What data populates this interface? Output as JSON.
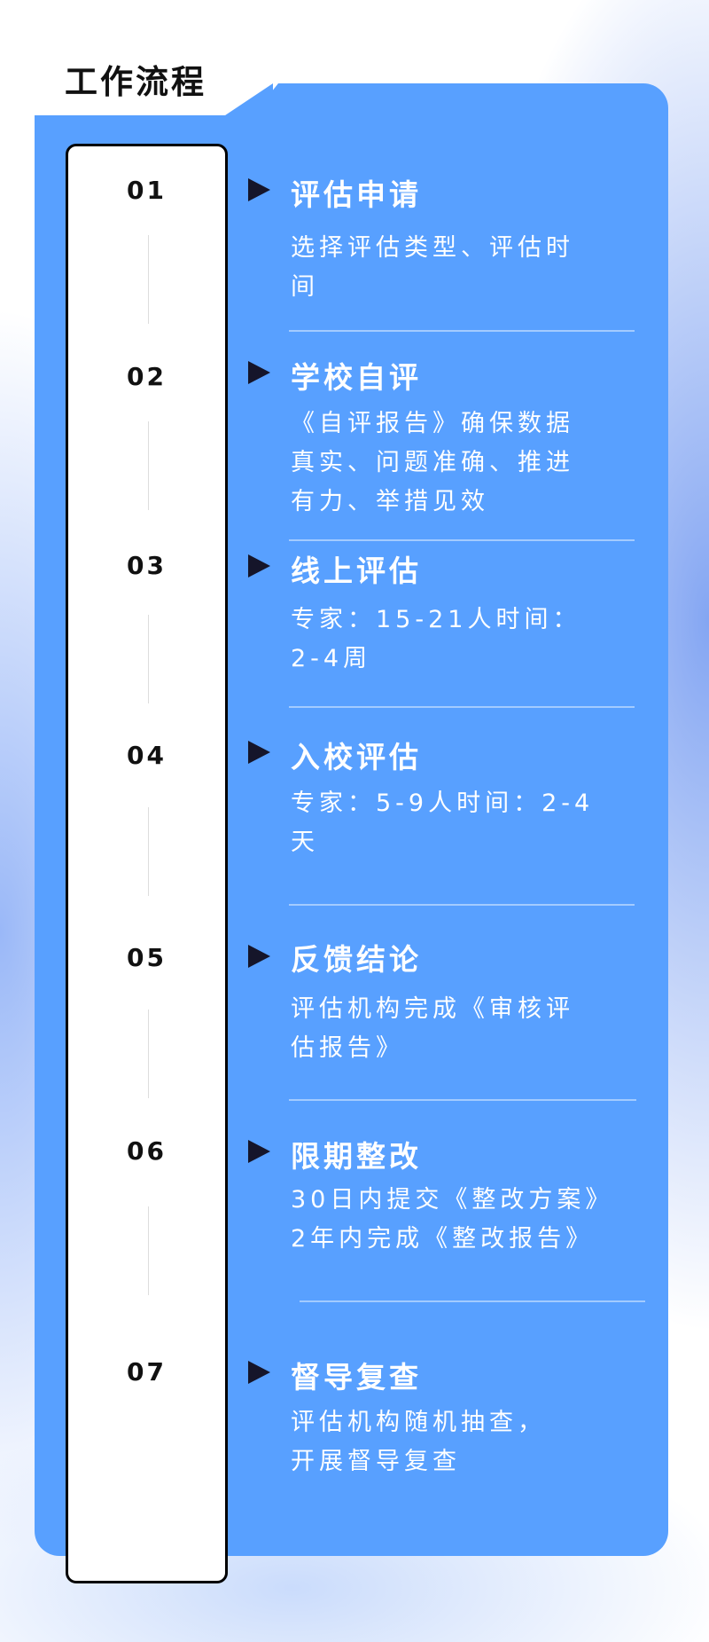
{
  "title": "工作流程",
  "steps": [
    {
      "num": "01",
      "heading": "评估申请",
      "desc": "选择评估类型、评估时\n间"
    },
    {
      "num": "02",
      "heading": "学校自评",
      "desc": "《自评报告》确保数据\n真实、问题准确、推进\n有力、举措见效"
    },
    {
      "num": "03",
      "heading": "线上评估",
      "desc": "专家：15-21人时间：\n2-4周"
    },
    {
      "num": "04",
      "heading": "入校评估",
      "desc": "专家：5-9人时间：2-4\n天"
    },
    {
      "num": "05",
      "heading": "反馈结论",
      "desc": "评估机构完成《审核评\n估报告》"
    },
    {
      "num": "06",
      "heading": "限期整改",
      "desc": "30日内提交《整改方案》\n2年内完成《整改报告》"
    },
    {
      "num": "07",
      "heading": "督导复查",
      "desc": "评估机构随机抽查，\n开展督导复查"
    }
  ]
}
